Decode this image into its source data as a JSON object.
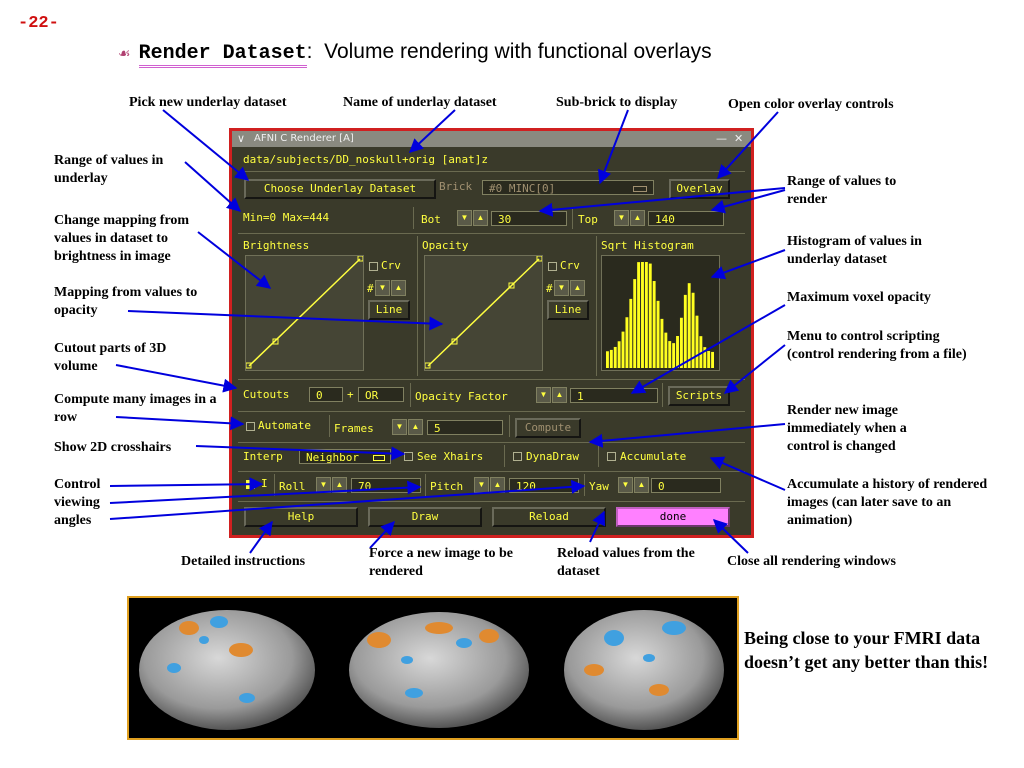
{
  "page_number": "-22-",
  "title": {
    "command": "Render Dataset",
    "separator": ":",
    "description": "Volume rendering with functional overlays"
  },
  "annotations": {
    "pick_underlay": "Pick new underlay dataset",
    "name_underlay": "Name of underlay dataset",
    "sub_brick": "Sub-brick to display",
    "open_color": "Open color overlay controls",
    "range_underlay": "Range of values in underlay",
    "range_render": "Range of values to render",
    "change_mapping": "Change mapping from values in dataset to brightness in image",
    "histogram": "Histogram of values in underlay dataset",
    "mapping_opacity": "Mapping from values to opacity",
    "max_opacity": "Maximum voxel opacity",
    "cutout": "Cutout parts of 3D volume",
    "scripting": "Menu to control scripting (control rendering from a file)",
    "compute_many": "Compute many images in a row",
    "render_new": "Render new image immediately when a control is changed",
    "crosshairs": "Show 2D crosshairs",
    "control_viewing": "Control viewing angles",
    "accumulate": "Accumulate a history of rendered images (can later save to an animation)",
    "detailed": "Detailed instructions",
    "force_new": "Force a new image to be rendered",
    "reload_values": "Reload values from the dataset",
    "close_all": "Close all rendering windows"
  },
  "window": {
    "title": "AFNI C Renderer [A]",
    "dataset_path": "data/subjects/DD_noskull+orig [anat]z",
    "choose_underlay": "Choose Underlay Dataset",
    "brick_label": "Brick",
    "brick_value": "#0 MINC[0]",
    "overlay": "Overlay",
    "range_text": "Min=0 Max=444",
    "bot_label": "Bot",
    "bot_value": "30",
    "top_label": "Top",
    "top_value": "140",
    "brightness": "Brightness",
    "opacity": "Opacity",
    "sqrt_histogram": "Sqrt Histogram",
    "crv": "Crv",
    "hash": "#",
    "line": "Line",
    "cutouts_label": "Cutouts",
    "cutouts_value": "0",
    "plus": "+",
    "or_value": "OR",
    "opacity_factor_label": "Opacity Factor",
    "opacity_factor_value": "1",
    "scripts": "Scripts",
    "automate": "Automate",
    "frames_label": "Frames",
    "frames_value": "5",
    "compute": "Compute",
    "interp_label": "Interp",
    "interp_value": "Neighbor",
    "see_xhairs": "See Xhairs",
    "dynadraw": "DynaDraw",
    "accumulate": "Accumulate",
    "i_label": "I",
    "roll_label": "Roll",
    "roll_value": "70",
    "pitch_label": "Pitch",
    "pitch_value": "120",
    "yaw_label": "Yaw",
    "yaw_value": "0",
    "help": "Help",
    "draw": "Draw",
    "reload": "Reload",
    "done": "done"
  },
  "quote": "Being close to your FMRI data doesn’t get any better than this!",
  "colors": {
    "panel_bg": "#3a3a2a",
    "text_yellow": "#ffff40",
    "window_border": "#d02020",
    "done_button": "#ff80ff",
    "arrow_blue": "#0000dd"
  }
}
